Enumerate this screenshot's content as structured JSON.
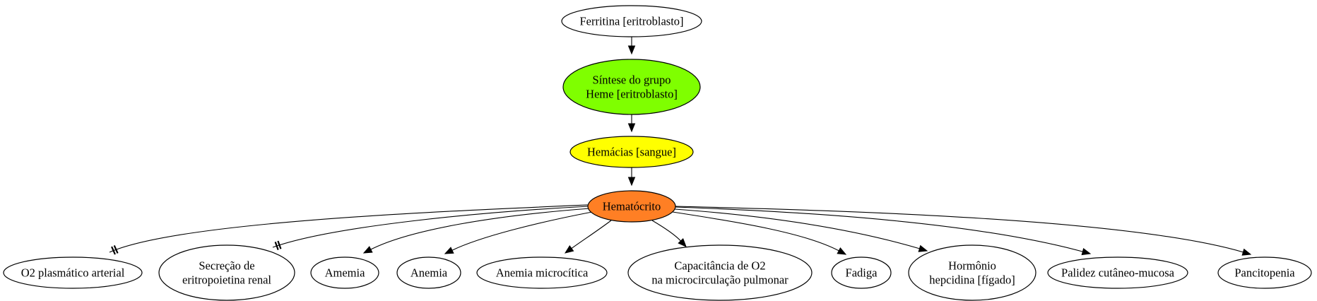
{
  "nodes": {
    "ferritina": {
      "lines": [
        "Ferritina [eritroblasto]"
      ],
      "fill": "#ffffff"
    },
    "sintese": {
      "lines": [
        "Síntese do grupo",
        "Heme [eritroblasto]"
      ],
      "fill": "#7fff00"
    },
    "hemacias": {
      "lines": [
        "Hemácias [sangue]"
      ],
      "fill": "#ffff00"
    },
    "hematocrito": {
      "lines": [
        "Hematócrito"
      ],
      "fill": "#ff7f24"
    },
    "o2plasmatico": {
      "lines": [
        "O2 plasmático arterial"
      ],
      "fill": "#ffffff"
    },
    "secrecao": {
      "lines": [
        "Secreção de",
        "eritropoietina renal"
      ],
      "fill": "#ffffff"
    },
    "amemia": {
      "lines": [
        "Amemia"
      ],
      "fill": "#ffffff"
    },
    "anemia": {
      "lines": [
        "Anemia"
      ],
      "fill": "#ffffff"
    },
    "anemiamicro": {
      "lines": [
        "Anemia microcítica"
      ],
      "fill": "#ffffff"
    },
    "capacitancia": {
      "lines": [
        "Capacitância de O2",
        "na microcirculação pulmonar"
      ],
      "fill": "#ffffff"
    },
    "fadiga": {
      "lines": [
        "Fadiga"
      ],
      "fill": "#ffffff"
    },
    "hormonio": {
      "lines": [
        "Hormônio",
        "hepcidina [fígado]"
      ],
      "fill": "#ffffff"
    },
    "palidez": {
      "lines": [
        "Palidez cutâneo-mucosa"
      ],
      "fill": "#ffffff"
    },
    "pancitopenia": {
      "lines": [
        "Pancitopenia"
      ],
      "fill": "#ffffff"
    }
  },
  "edges": [
    {
      "from": "ferritina",
      "to": "sintese",
      "type": "arrow"
    },
    {
      "from": "sintese",
      "to": "hemacias",
      "type": "arrow"
    },
    {
      "from": "hemacias",
      "to": "hematocrito",
      "type": "arrow"
    },
    {
      "from": "hematocrito",
      "to": "o2plasmatico",
      "type": "tee"
    },
    {
      "from": "hematocrito",
      "to": "secrecao",
      "type": "tee"
    },
    {
      "from": "hematocrito",
      "to": "amemia",
      "type": "arrow"
    },
    {
      "from": "hematocrito",
      "to": "anemia",
      "type": "arrow"
    },
    {
      "from": "hematocrito",
      "to": "anemiamicro",
      "type": "arrow"
    },
    {
      "from": "hematocrito",
      "to": "capacitancia",
      "type": "arrow"
    },
    {
      "from": "hematocrito",
      "to": "fadiga",
      "type": "arrow"
    },
    {
      "from": "hematocrito",
      "to": "hormonio",
      "type": "arrow"
    },
    {
      "from": "hematocrito",
      "to": "palidez",
      "type": "arrow"
    },
    {
      "from": "hematocrito",
      "to": "pancitopenia",
      "type": "arrow"
    }
  ]
}
